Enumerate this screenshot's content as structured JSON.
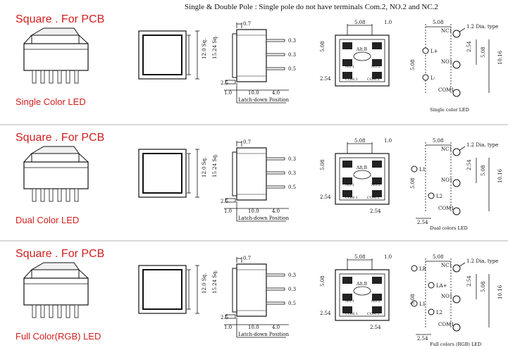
{
  "header": {
    "note": "Single & Double Pole : Single pole do not have terminals Com.2, NO.2 and NC.2"
  },
  "sections": [
    {
      "title": "Square . For PCB",
      "subtitle": "Single Color LED",
      "pcb_caption": "Single color LED",
      "variant": "single",
      "leds": [
        "L+",
        "L-"
      ]
    },
    {
      "title": "Square . For PCB",
      "subtitle": "Dual Color LED",
      "pcb_caption": "Dual colors LED",
      "variant": "dual",
      "leds": [
        "L1",
        "L2"
      ]
    },
    {
      "title": "Square . For PCB",
      "subtitle": "Full  Color(RGB) LED",
      "pcb_caption": "Full colors (RGB) LED",
      "variant": "rgb",
      "leds": [
        "LB",
        "LA+",
        "L1",
        "L2"
      ]
    }
  ],
  "dims": {
    "inner_sq": "12.0 Sq.",
    "outer_sq": "15.24 Sq.",
    "d_07": "0.7",
    "d_03": "0.3",
    "d_05": "0.5",
    "d_25": "2.5",
    "d_10": "1.0",
    "d_100": "10.0",
    "d_40": "4.0",
    "latch": "Latch-down Position",
    "p_508": "5.08",
    "p_254": "2.54",
    "p_1016": "10.16",
    "p_12": "1.2",
    "dia_type": "1.2 Dia. type"
  },
  "bottom_view": {
    "top_label": "Alt.B",
    "row_labels": [
      "NO.1",
      "NO.2",
      "COM.1",
      "COM.2"
    ]
  },
  "terminals": {
    "nc1": "NC1",
    "no1": "NO1",
    "com1": "COM1"
  }
}
